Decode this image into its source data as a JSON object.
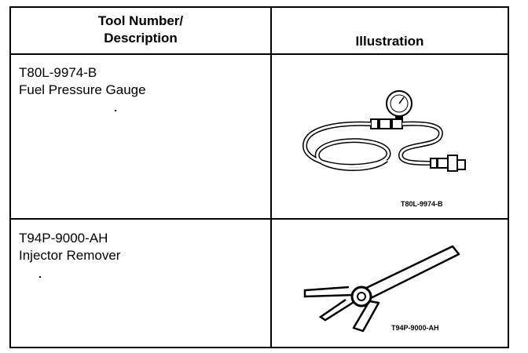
{
  "table": {
    "header": {
      "tool_number_line1": "Tool Number/",
      "tool_number_line2": "Description",
      "illustration": "Illustration"
    },
    "rows": [
      {
        "number": "T80L-9974-B",
        "description": "Fuel Pressure Gauge",
        "illustration_icon": "fuel-pressure-gauge-icon",
        "caption": "T80L-9974-B"
      },
      {
        "number": "T94P-9000-AH",
        "description": "Injector Remover",
        "illustration_icon": "injector-remover-icon",
        "caption": "T94P-9000-AH"
      }
    ]
  }
}
